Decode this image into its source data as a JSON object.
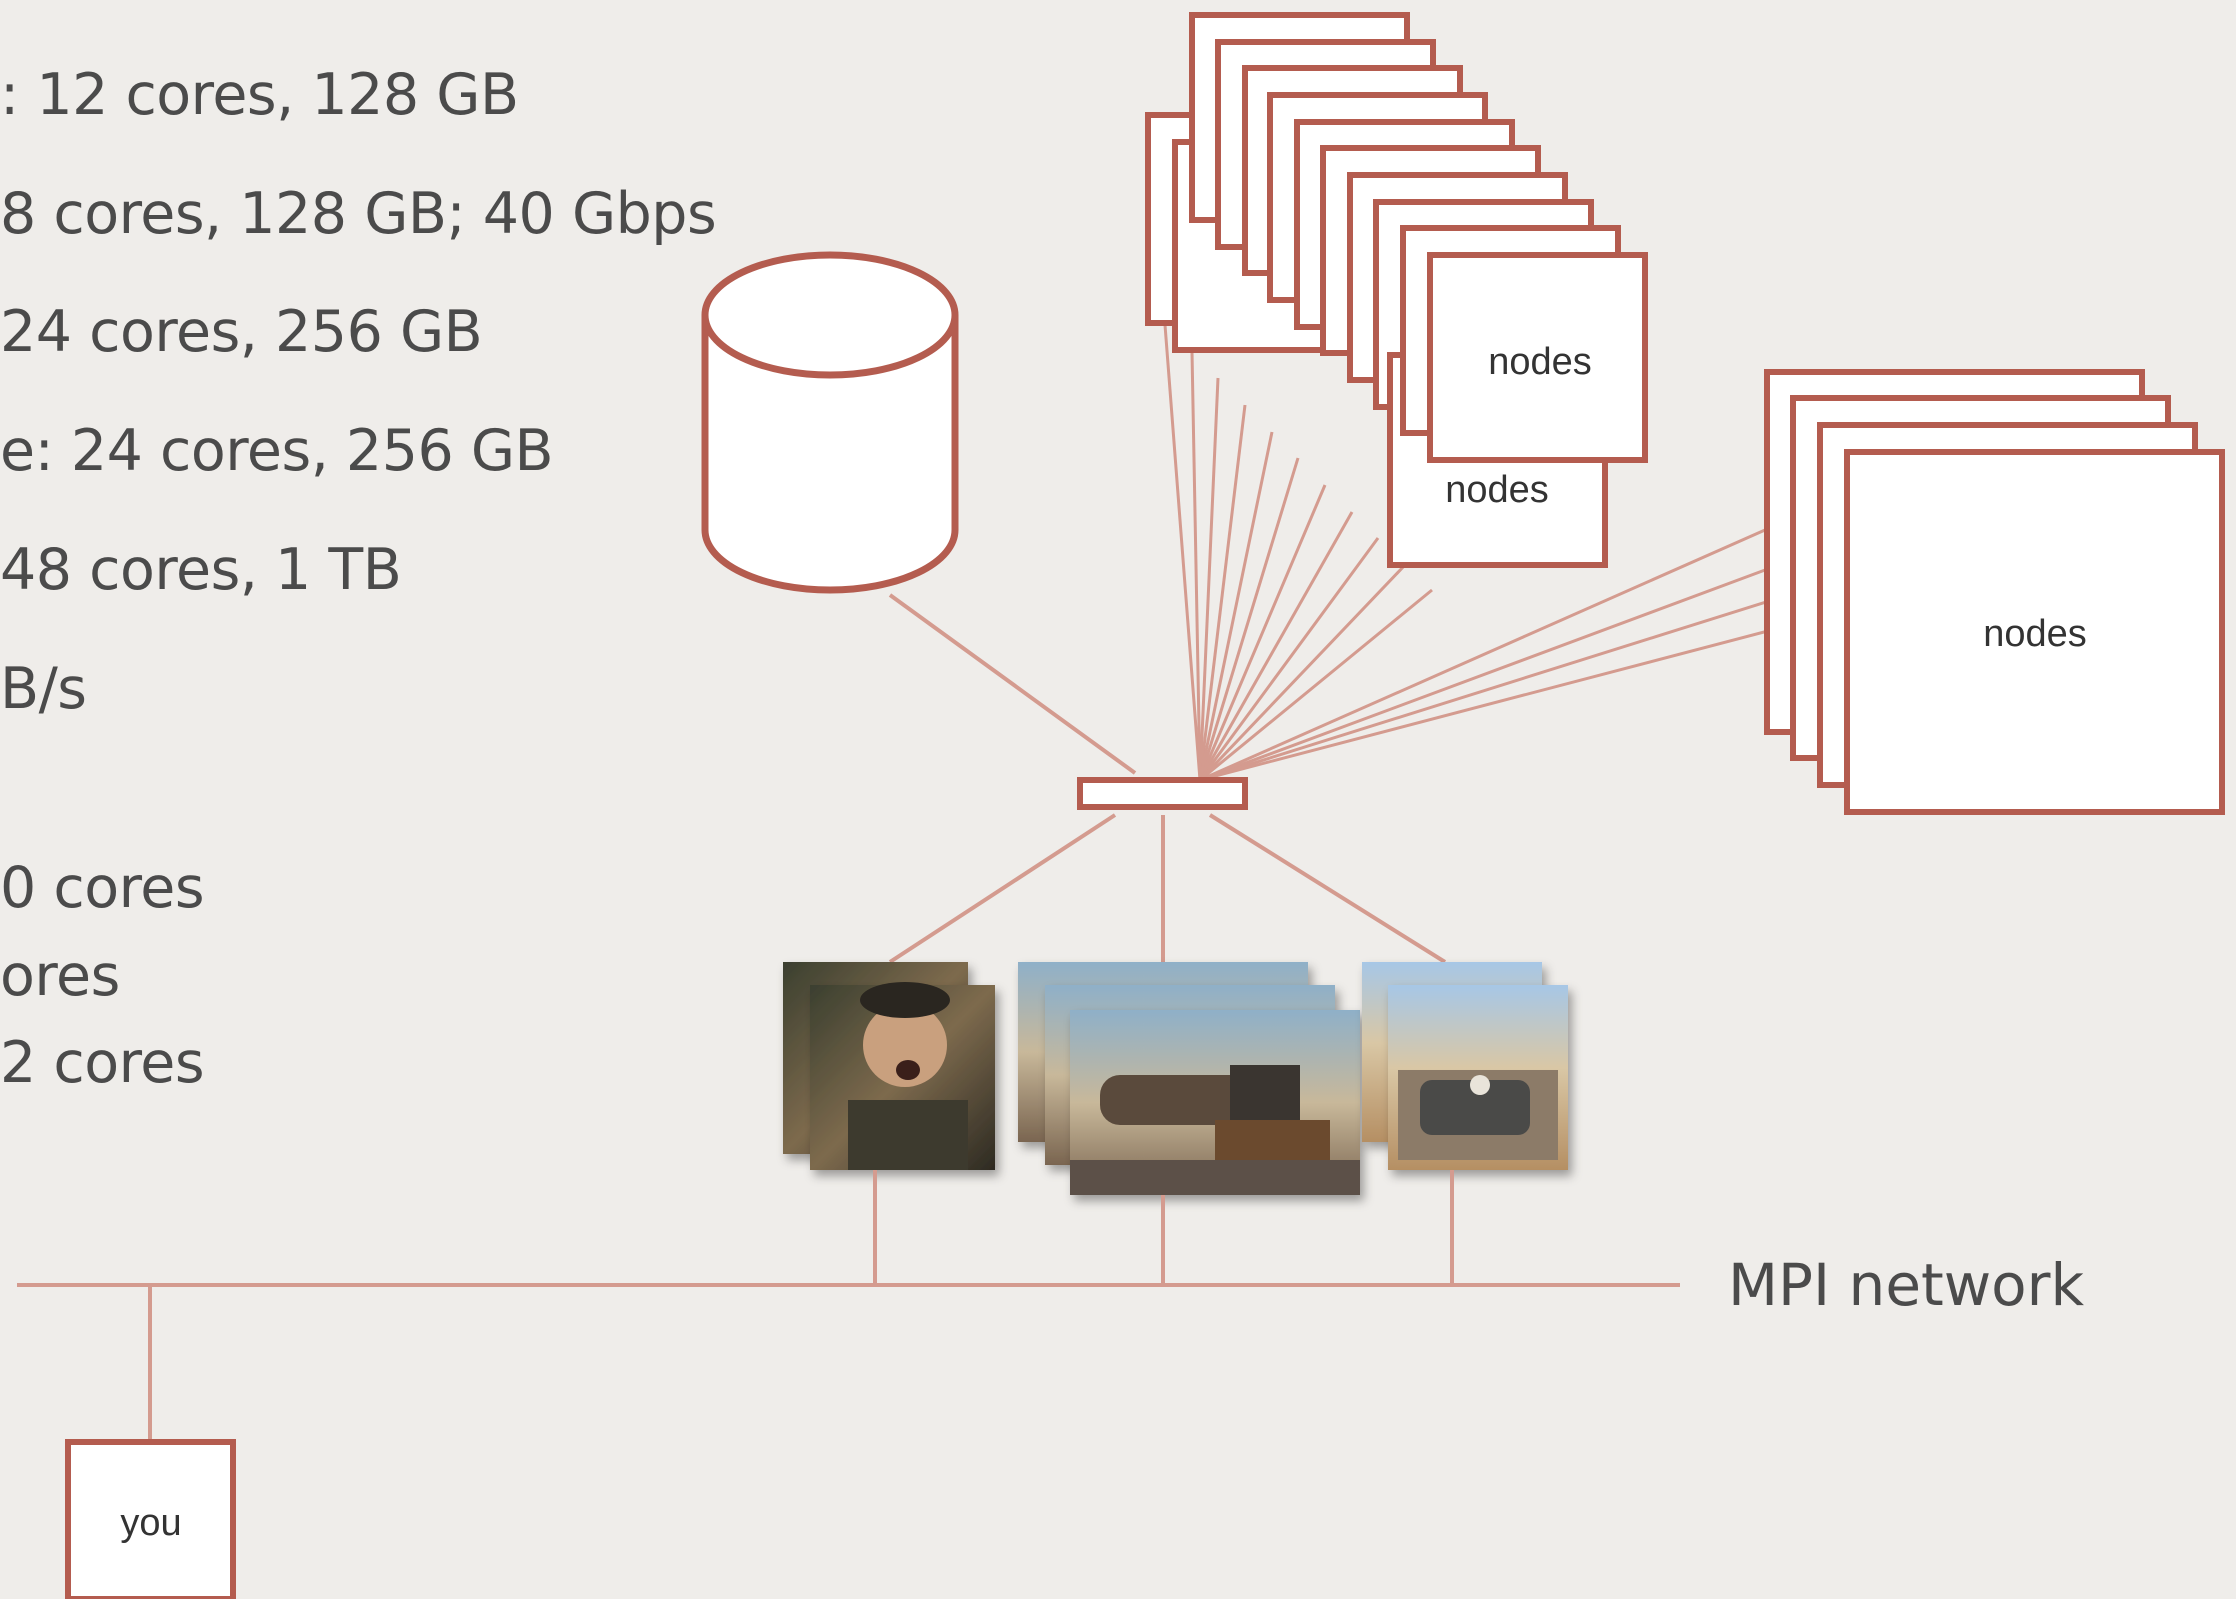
{
  "specs": [
    ": 12 cores, 128 GB",
    "8 cores, 128 GB; 40 Gbps",
    " 24 cores, 256 GB",
    "e: 24 cores, 256 GB",
    "48 cores, 1 TB",
    "B/s",
    "0 cores",
    "ores",
    "2 cores"
  ],
  "labels": {
    "nodes_front": "nodes",
    "nodes_mid": "nodes",
    "nodes_right": "nodes",
    "network": "MPI network",
    "you": "you"
  },
  "colors": {
    "stroke": "#b45c4f",
    "line": "#d49b8f",
    "background": "#efedea",
    "box_fill": "#ffffff"
  },
  "images": [
    {
      "name": "furiosa-photo-stack"
    },
    {
      "name": "war-rig-truck-photo-stack"
    },
    {
      "name": "interceptor-car-photo-stack"
    }
  ]
}
